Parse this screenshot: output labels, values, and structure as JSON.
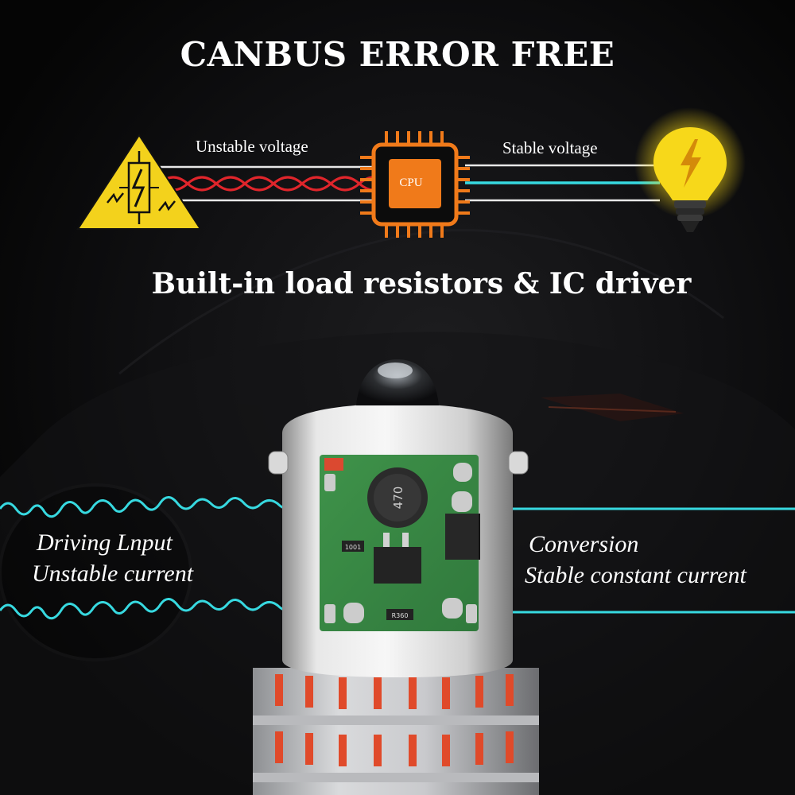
{
  "header": {
    "title": "CANBUS ERROR FREE",
    "subtitle": "Built-in load resistors & IC driver"
  },
  "diagram": {
    "left_label": "Unstable voltage",
    "right_label": "Stable voltage",
    "chip_label": "CPU",
    "colors": {
      "wave_red": "#e0252b",
      "line_cyan": "#37d9e0",
      "chip_orange": "#f07a1a",
      "warning_yellow": "#f3d21c",
      "bulb_yellow": "#f7d81a"
    }
  },
  "bulb_section": {
    "input_label_1": "Driving Lnput",
    "input_label_2": "Unstable current",
    "output_label_1": "Conversion",
    "output_label_2": "Stable constant current",
    "inductor_code": "470",
    "resistor_code_1": "1001",
    "resistor_code_2": "R360"
  },
  "icons": [
    "warning-triangle-icon",
    "cpu-chip-icon",
    "light-bulb-icon"
  ]
}
